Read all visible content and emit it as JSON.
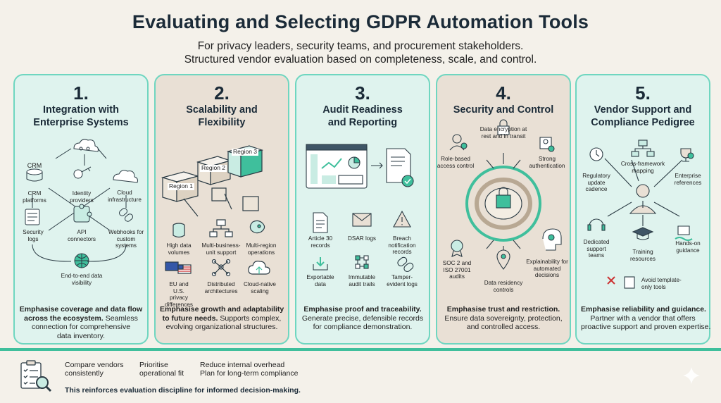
{
  "header": {
    "title": "Evaluating and Selecting GDPR Automation Tools",
    "subtitle_1": "For privacy leaders, security teams, and procurement stakeholders.",
    "subtitle_2": "Structured vendor evaluation based on completeness, scale, and control."
  },
  "colors": {
    "mint": "#dff3ee",
    "tan": "#e9e0d5",
    "accent": "#3fbf9c",
    "ink": "#1b2b38"
  },
  "columns": [
    {
      "number": "1.",
      "title_1": "Integration with",
      "title_2": "Enterprise Systems",
      "labels": {
        "crm": "CRM",
        "crm_platforms": "CRM platforms",
        "identity": "Identity providers",
        "cloud": "Cloud infrastructure",
        "security_logs": "Security logs",
        "api": "API connectors",
        "webhooks": "Webhooks for custom systems",
        "e2e": "End-to-end data visibility"
      },
      "foot_bold_1": "Emphasise coverage and data flow",
      "foot_bold_2": "across the ecosystem.",
      "foot_tail": "Seamless",
      "foot_3": "connection for comprehensive",
      "foot_4": "data inventory."
    },
    {
      "number": "2.",
      "title_1": "Scalability and",
      "title_2": "Flexibility",
      "labels": {
        "region1": "Region 1",
        "region2": "Region 2",
        "region3": "Region 3",
        "high_data": "High data volumes",
        "multi_bu": "Multi-business-unit support",
        "multi_region": "Multi-region operations",
        "eu_us": "EU and U.S. privacy differences",
        "distributed": "Distributed architectures",
        "cloud_native": "Cloud-native scaling"
      },
      "foot_bold_1": "Emphasise growth and adaptability",
      "foot_bold_2": "to future needs.",
      "foot_tail": "Supports complex,",
      "foot_3": "evolving organizational structures.",
      "foot_4": ""
    },
    {
      "number": "3.",
      "title_1": "Audit Readiness",
      "title_2": "and Reporting",
      "labels": {
        "article30": "Article 30 records",
        "dsar": "DSAR logs",
        "breach": "Breach notification records",
        "exportable": "Exportable data",
        "immutable": "Immutable audit trails",
        "tamper": "Tamper-evident logs"
      },
      "foot_bold_1": "Emphasise proof and traceability.",
      "foot_bold_2": "",
      "foot_tail": "",
      "foot_3": "Generate precise, defensible records",
      "foot_4": "for compliance demonstration."
    },
    {
      "number": "4.",
      "title_1": "Security and Control",
      "title_2": "",
      "labels": {
        "encryption": "Data encryption at rest and in transit",
        "rbac": "Role-based access control",
        "strong_auth": "Strong authentication",
        "soc2": "SOC 2 and ISO 27001 audits",
        "residency": "Data residency controls",
        "explain": "Explainability for automated decisions"
      },
      "foot_bold_1": "Emphasise trust and restriction.",
      "foot_bold_2": "",
      "foot_tail": "",
      "foot_3": "Ensure data sovereignty, protection,",
      "foot_4": "and controlled access."
    },
    {
      "number": "5.",
      "title_1": "Vendor Support and",
      "title_2": "Compliance Pedigree",
      "labels": {
        "cross_framework": "Cross-framework mapping",
        "regulatory": "Regulatory update cadence",
        "enterprise_refs": "Enterprise references",
        "dedicated": "Dedicated support teams",
        "training": "Training resources",
        "hands_on": "Hands-on guidance",
        "avoid": "Avoid template-only tools"
      },
      "foot_bold_1": "Emphasise reliability and guidance.",
      "foot_bold_2": "",
      "foot_tail": "",
      "foot_3": "Partner with a vendor that offers",
      "foot_4": "proactive support and proven expertise."
    }
  ],
  "bottom": {
    "item1_a": "Compare vendors",
    "item1_b": "consistently",
    "item2_a": "Prioritise",
    "item2_b": "operational fit",
    "item3_a": "Reduce internal overhead",
    "item3_b": "Plan for long-term compliance",
    "note": "This reinforces evaluation discipline for informed decision-making."
  }
}
